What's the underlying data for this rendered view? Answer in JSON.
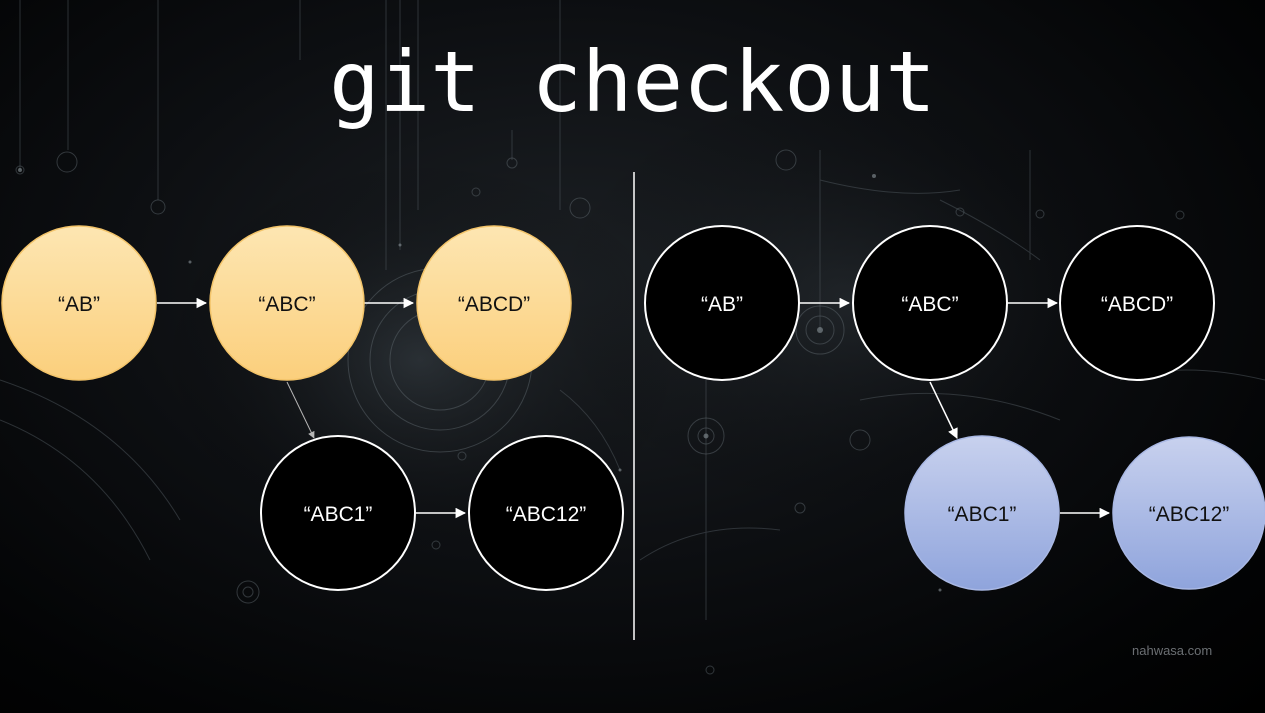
{
  "title": "git checkout",
  "watermark": "nahwasa.com",
  "colors": {
    "orange_top": "#fde7b6",
    "orange_bottom": "#fbce7a",
    "blue_top": "#c9d2ee",
    "blue_bottom": "#8ea4dc",
    "black_node": "#000000",
    "white": "#ffffff"
  },
  "left_diagram": {
    "nodes": [
      {
        "id": "L-AB",
        "label": "“AB”",
        "style": "orange"
      },
      {
        "id": "L-ABC",
        "label": "“ABC”",
        "style": "orange"
      },
      {
        "id": "L-ABCD",
        "label": "“ABCD”",
        "style": "orange"
      },
      {
        "id": "L-ABC1",
        "label": "“ABC1”",
        "style": "black"
      },
      {
        "id": "L-ABC12",
        "label": "“ABC12”",
        "style": "black"
      }
    ]
  },
  "right_diagram": {
    "nodes": [
      {
        "id": "R-AB",
        "label": "“AB”",
        "style": "black"
      },
      {
        "id": "R-ABC",
        "label": "“ABC”",
        "style": "black"
      },
      {
        "id": "R-ABCD",
        "label": "“ABCD”",
        "style": "black"
      },
      {
        "id": "R-ABC1",
        "label": "“ABC1”",
        "style": "blue"
      },
      {
        "id": "R-ABC12",
        "label": "“ABC12”",
        "style": "blue"
      }
    ]
  }
}
